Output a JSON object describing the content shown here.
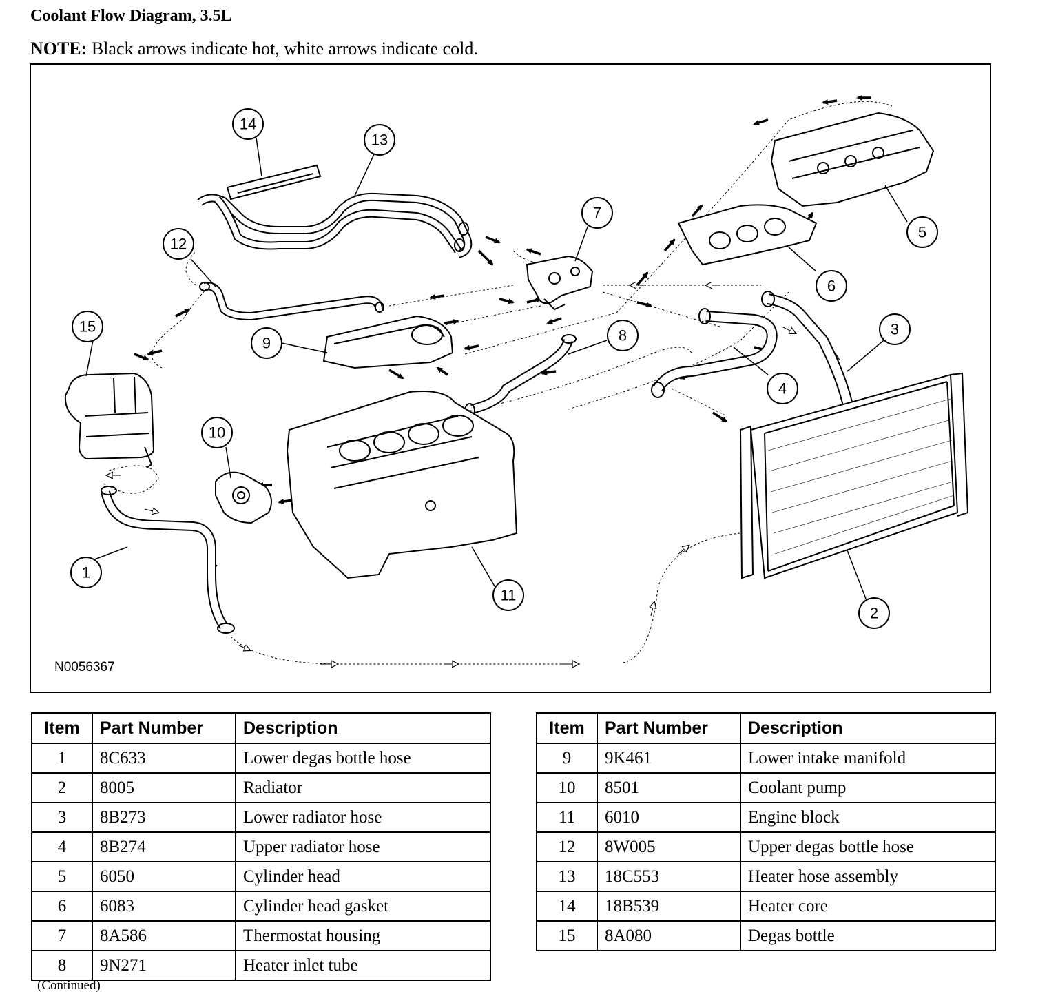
{
  "title": "Coolant Flow Diagram, 3.5L",
  "note": {
    "label": "NOTE:",
    "text": " Black arrows indicate hot, white arrows indicate cold."
  },
  "figure_id": "N0056367",
  "callouts": [
    "1",
    "2",
    "3",
    "4",
    "5",
    "6",
    "7",
    "8",
    "9",
    "10",
    "11",
    "12",
    "13",
    "14",
    "15"
  ],
  "table": {
    "headers": {
      "item": "Item",
      "part_number": "Part Number",
      "description": "Description"
    },
    "left_rows": [
      {
        "item": "1",
        "part_number": "8C633",
        "description": "Lower degas bottle hose"
      },
      {
        "item": "2",
        "part_number": "8005",
        "description": "Radiator"
      },
      {
        "item": "3",
        "part_number": "8B273",
        "description": "Lower radiator hose"
      },
      {
        "item": "4",
        "part_number": "8B274",
        "description": "Upper radiator hose"
      },
      {
        "item": "5",
        "part_number": "6050",
        "description": "Cylinder head"
      },
      {
        "item": "6",
        "part_number": "6083",
        "description": "Cylinder head gasket"
      },
      {
        "item": "7",
        "part_number": "8A586",
        "description": "Thermostat housing"
      },
      {
        "item": "8",
        "part_number": "9N271",
        "description": "Heater inlet tube"
      }
    ],
    "right_rows": [
      {
        "item": "9",
        "part_number": "9K461",
        "description": "Lower intake manifold"
      },
      {
        "item": "10",
        "part_number": "8501",
        "description": "Coolant pump"
      },
      {
        "item": "11",
        "part_number": "6010",
        "description": "Engine block"
      },
      {
        "item": "12",
        "part_number": "8W005",
        "description": "Upper degas bottle hose"
      },
      {
        "item": "13",
        "part_number": "18C553",
        "description": "Heater hose assembly"
      },
      {
        "item": "14",
        "part_number": "18B539",
        "description": "Heater core"
      },
      {
        "item": "15",
        "part_number": "8A080",
        "description": "Degas bottle"
      }
    ]
  },
  "continued": "(Continued)"
}
